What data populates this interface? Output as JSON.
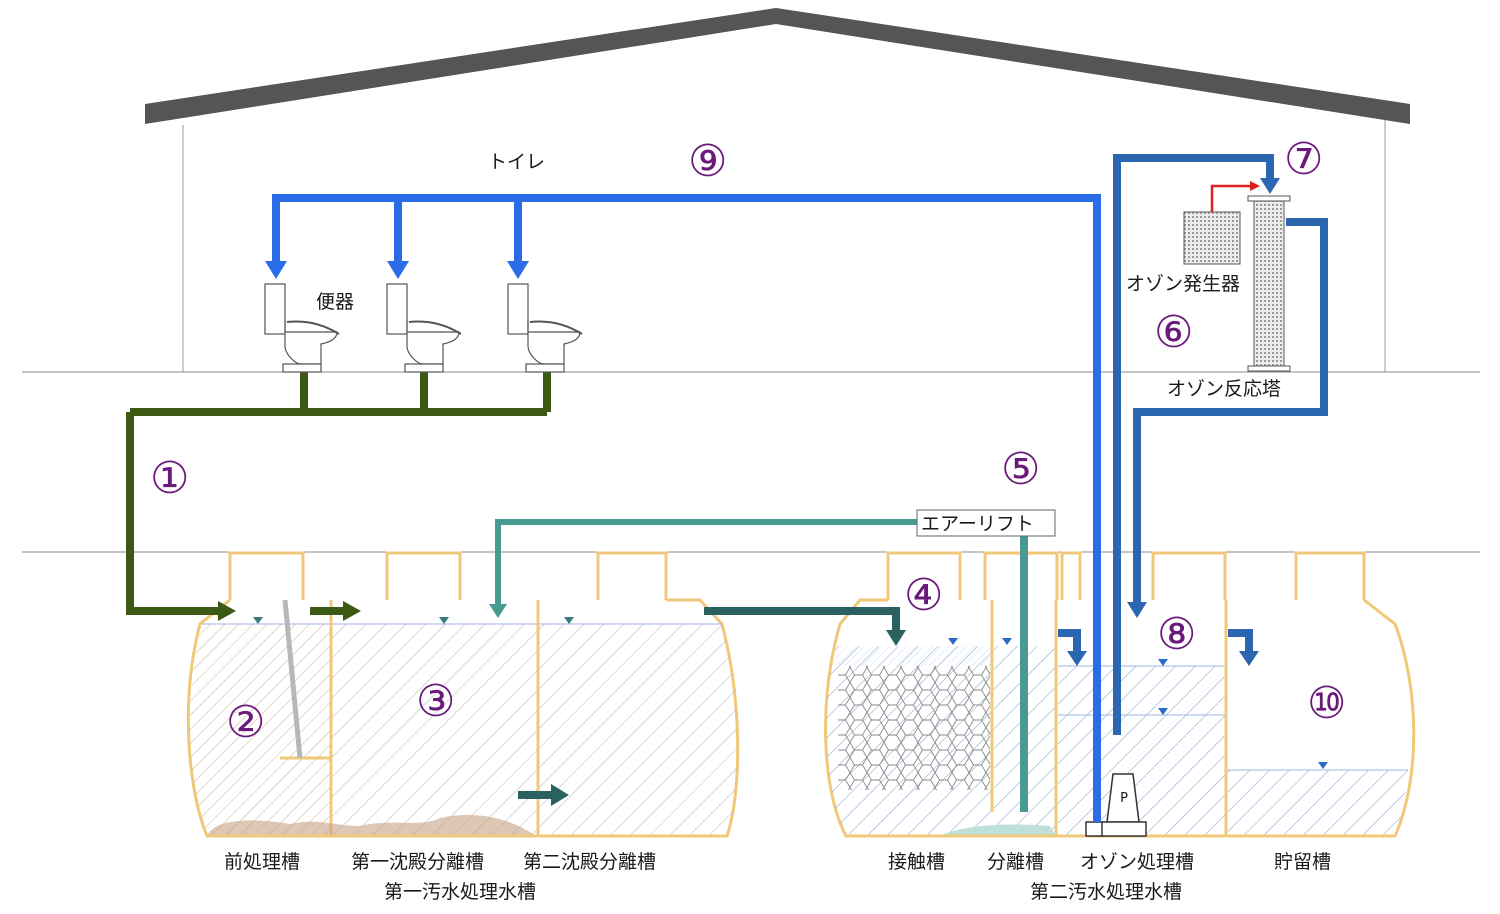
{
  "colors": {
    "roof": "#555555",
    "wall": "#9a9a9a",
    "ground": "#888888",
    "tank_outline": "#f0c878",
    "supply_pipe": "#2b6de8",
    "ozone_pipe": "#2a67b0",
    "drain_pipe": "#3c5a14",
    "airlift_pipe": "#4a9a94",
    "transfer_pipe": "#2a6060",
    "ozone_supply": "#e02020",
    "number": "#6a1a7a",
    "water_line": "#9bb6e0",
    "hatch_tan": "#c9b090",
    "hatch_blue": "#7a9cd0",
    "sludge": "#c8a484"
  },
  "building": {
    "room_label": "トイレ"
  },
  "toilets": {
    "label": "便器",
    "count": 3
  },
  "equipment": {
    "ozone_generator": "オゾン発生器",
    "ozone_tower": "オゾン反応塔",
    "air_lift": "エアーリフト",
    "pump": "P"
  },
  "numbers": [
    "①",
    "②",
    "③",
    "④",
    "⑤",
    "⑥",
    "⑦",
    "⑧",
    "⑨",
    "⑩"
  ],
  "chambers": {
    "pretreatment": "前処理槽",
    "first_settling": "第一沈殿分離槽",
    "second_settling": "第二沈殿分離槽",
    "contact": "接触槽",
    "separation": "分離槽",
    "ozone_treatment": "オゾン処理槽",
    "storage": "貯留槽"
  },
  "tanks": {
    "first": "第一汚水処理水槽",
    "second": "第二汚水処理水槽"
  }
}
